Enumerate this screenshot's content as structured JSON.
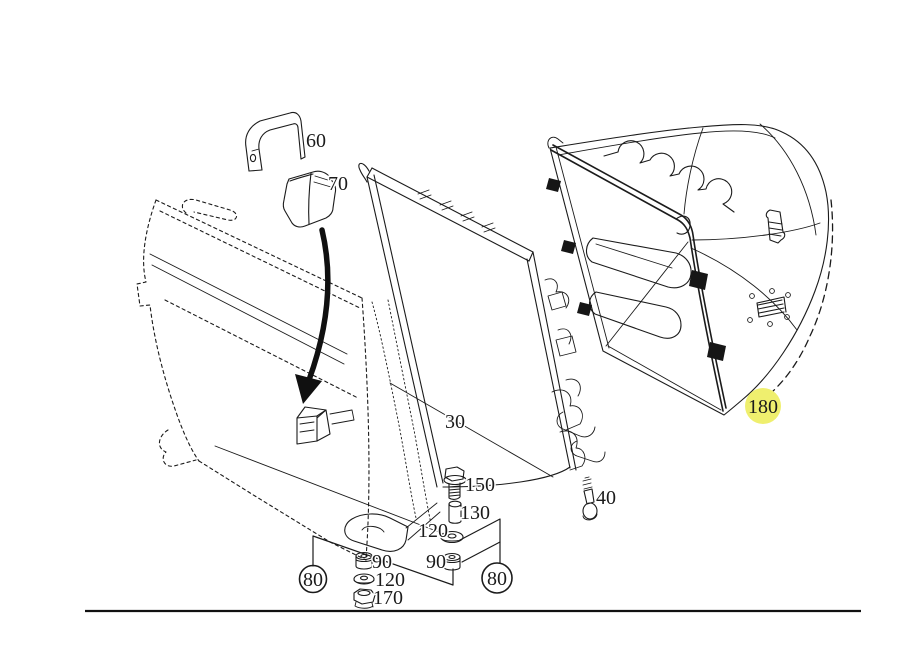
{
  "canvas": {
    "background": "#ffffff",
    "line_color": "#1b1b1b"
  },
  "highlight": {
    "fill": "#efef6e",
    "text_color": "#6f6f58"
  },
  "callouts": [
    {
      "part": "retaining-bracket",
      "ref": "60"
    },
    {
      "part": "rubber-mount-cap",
      "ref": "70"
    },
    {
      "part": "radiator",
      "ref": "30"
    },
    {
      "part": "drain-plug",
      "ref": "40"
    },
    {
      "part": "collar-bolt",
      "ref": "150"
    },
    {
      "part": "spacer-sleeve",
      "ref": "130"
    },
    {
      "part": "washer-right",
      "ref": "120"
    },
    {
      "part": "rubber-mount-right",
      "ref": "90"
    },
    {
      "part": "rubber-mount-left",
      "ref": "90"
    },
    {
      "part": "washer-left",
      "ref": "120"
    },
    {
      "part": "lock-nut",
      "ref": "170"
    },
    {
      "part": "hardware-group-left",
      "ref": "80"
    },
    {
      "part": "hardware-group-right",
      "ref": "80"
    },
    {
      "part": "fan-shroud",
      "highlighted": true,
      "ref": "180"
    }
  ]
}
